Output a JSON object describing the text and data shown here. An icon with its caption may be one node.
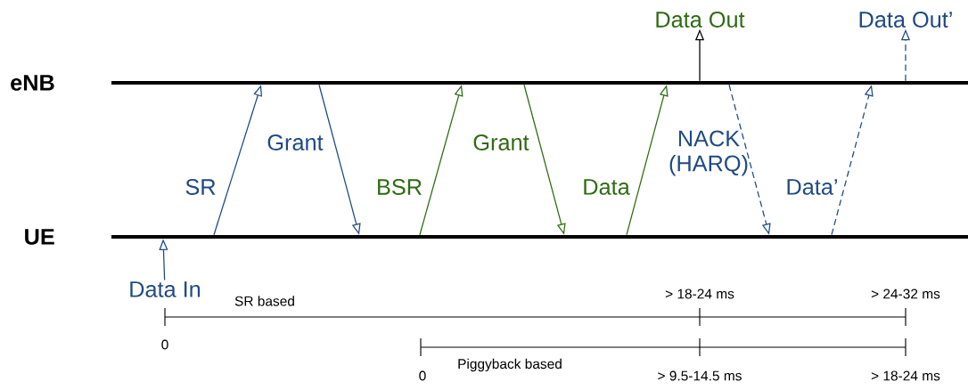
{
  "diagram": {
    "nodes": [
      {
        "text": [
          "eNB"
        ]
      },
      {
        "text": [
          "UE"
        ]
      },
      {
        "text": [
          "Data Out"
        ]
      },
      {
        "text": [
          "Data Out’"
        ]
      },
      {
        "text": [
          "Data In"
        ]
      }
    ],
    "edges": [
      {
        "from": 1,
        "to": 0,
        "arrow": "to",
        "label": "SR"
      },
      {
        "from": 0,
        "to": 1,
        "arrow": "to",
        "label": "Grant"
      },
      {
        "from": 1,
        "to": 0,
        "arrow": "to",
        "label": "BSR",
        "color": "#2e6b12"
      },
      {
        "from": 0,
        "to": 1,
        "arrow": "to",
        "label": "Grant",
        "color": "#2e6b12"
      },
      {
        "from": 1,
        "to": 0,
        "arrow": "to",
        "label": "Data",
        "color": "#2e6b12"
      },
      {
        "from": 0,
        "to": 1,
        "arrow": "to",
        "label": "NACK (HARQ)",
        "style": "dashed"
      },
      {
        "from": 1,
        "to": 0,
        "arrow": "to",
        "label": "Data’",
        "style": "dashed"
      },
      {
        "from": 0,
        "to": 2,
        "arrow": "to",
        "color": "#000000"
      },
      {
        "from": 0,
        "to": 3,
        "arrow": "to",
        "style": "dashed"
      },
      {
        "from": 4,
        "to": 1,
        "arrow": "to"
      }
    ],
    "labels": [
      "> 18-24 ms",
      "> 24-32 ms",
      "SR based",
      "0",
      "0",
      "Piggyback based",
      "> 9.5-14.5 ms",
      "> 18-24 ms"
    ]
  }
}
